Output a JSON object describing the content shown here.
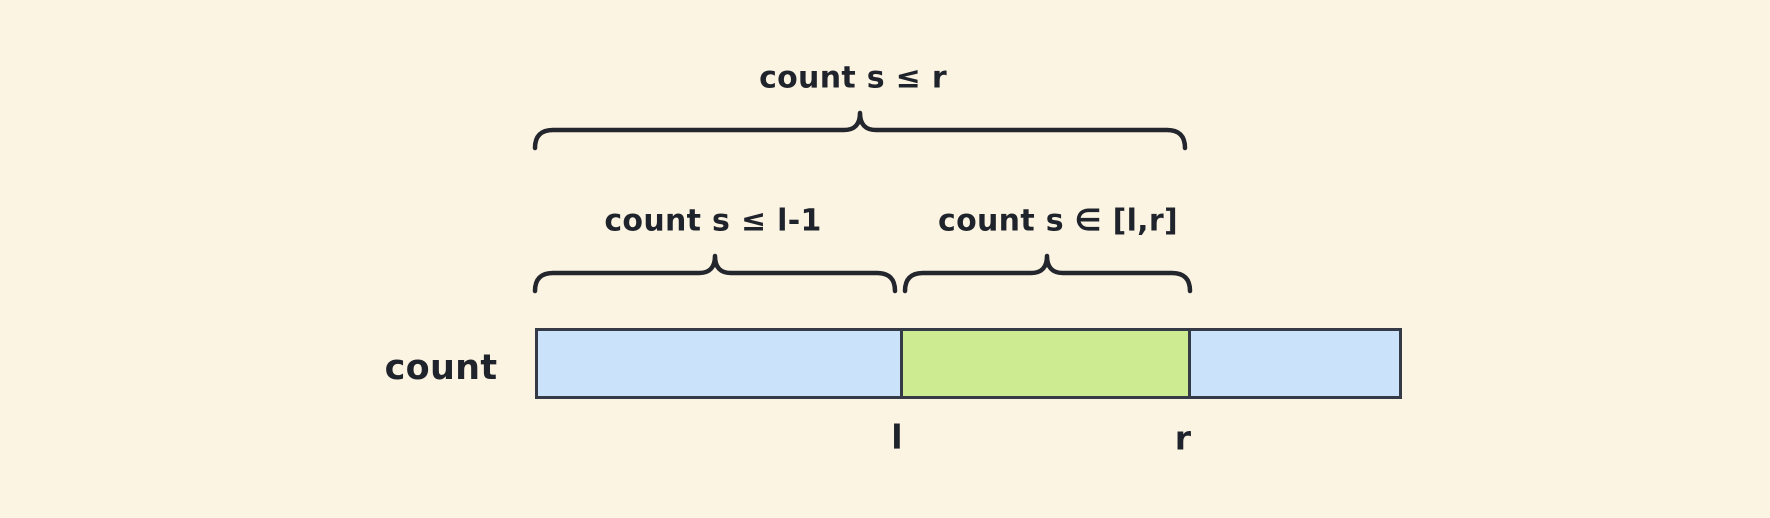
{
  "page": {
    "background": "#FCF4E2"
  },
  "diagram": {
    "annotations": {
      "top": "count s ≤ r",
      "left": "count s ≤ l-1",
      "right": "count s ∈ [l,r]"
    },
    "bar": {
      "label": "count",
      "segments": [
        {
          "name": "count-s-le-l-minus-1",
          "color": "#CBE3FA"
        },
        {
          "name": "count-s-in-l-r",
          "color": "#CDEB90"
        },
        {
          "name": "count-s-gt-r",
          "color": "#CBE3FA"
        }
      ],
      "boundary_labels": {
        "l": "l",
        "r": "r"
      }
    },
    "colors": {
      "stroke": "#23262D",
      "bar_border": "#343A46",
      "blue": "#CBE3FA",
      "green": "#CDEB90",
      "background": "#FCF4E2"
    }
  }
}
